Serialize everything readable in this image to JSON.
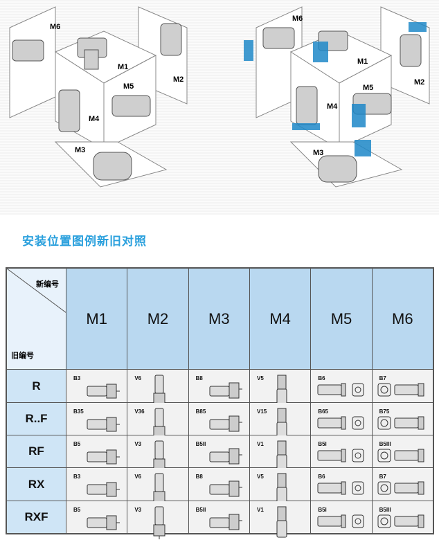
{
  "diagram_labels": {
    "left": [
      "M6",
      "M1",
      "M2",
      "M5",
      "M4",
      "M3"
    ],
    "right": [
      "M6",
      "M1",
      "M2",
      "M5",
      "M4",
      "M3"
    ]
  },
  "section_title": "安装位置图例新旧对照",
  "table": {
    "corner_new": "新编号",
    "corner_old": "旧编号",
    "columns": [
      "M1",
      "M2",
      "M3",
      "M4",
      "M5",
      "M6"
    ],
    "rows": [
      {
        "label": "R",
        "codes": [
          [
            "B3"
          ],
          [
            "V6"
          ],
          [
            "B8"
          ],
          [
            "V5"
          ],
          [
            "B6"
          ],
          [
            "B7"
          ]
        ]
      },
      {
        "label": "R..F",
        "codes": [
          [
            "B35"
          ],
          [
            "V36"
          ],
          [
            "B85"
          ],
          [
            "V15"
          ],
          [
            "B65"
          ],
          [
            "B75"
          ]
        ]
      },
      {
        "label": "RF",
        "codes": [
          [
            "B5"
          ],
          [
            "V3"
          ],
          [
            "B5II"
          ],
          [
            "V1"
          ],
          [
            "B5I"
          ],
          [
            "B5III"
          ]
        ]
      },
      {
        "label": "RX",
        "codes": [
          [
            "B3"
          ],
          [
            "V6"
          ],
          [
            "B8"
          ],
          [
            "V5"
          ],
          [
            "B6"
          ],
          [
            "B7"
          ]
        ]
      },
      {
        "label": "RXF",
        "codes": [
          [
            "B5"
          ],
          [
            "V3"
          ],
          [
            "B5II"
          ],
          [
            "V1"
          ],
          [
            "B5I"
          ],
          [
            "B5III"
          ]
        ]
      }
    ]
  },
  "colors": {
    "title_blue": "#2aa0dd",
    "header_blue": "#b9d8f0",
    "row_blue": "#cfe5f6",
    "flange_blue": "#1e88c8"
  }
}
